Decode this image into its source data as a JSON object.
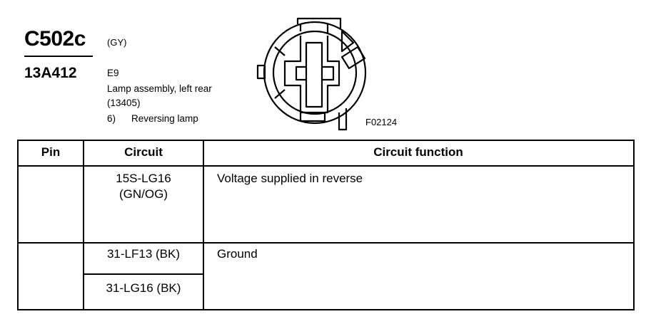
{
  "header": {
    "connector_id": "C502c",
    "connector_color": "(GY)",
    "part_number": "13A412",
    "location_code": "E9",
    "description": "Lamp assembly, left rear",
    "description_code": "(13405)",
    "pin_item_number": "6)",
    "pin_item_label": "Reversing lamp"
  },
  "diagram": {
    "figure_id": "F02124"
  },
  "table": {
    "columns": [
      "Pin",
      "Circuit",
      "Circuit function"
    ],
    "rows": [
      {
        "pin": "",
        "circuits": [
          {
            "line1": "15S-LG16",
            "line2": "(GN/OG)"
          }
        ],
        "function": "Voltage supplied in reverse"
      },
      {
        "pin": "",
        "circuits": [
          {
            "line1": "31-LF13 (BK)"
          },
          {
            "line1": "31-LG16 (BK)"
          }
        ],
        "function": "Ground"
      }
    ]
  }
}
